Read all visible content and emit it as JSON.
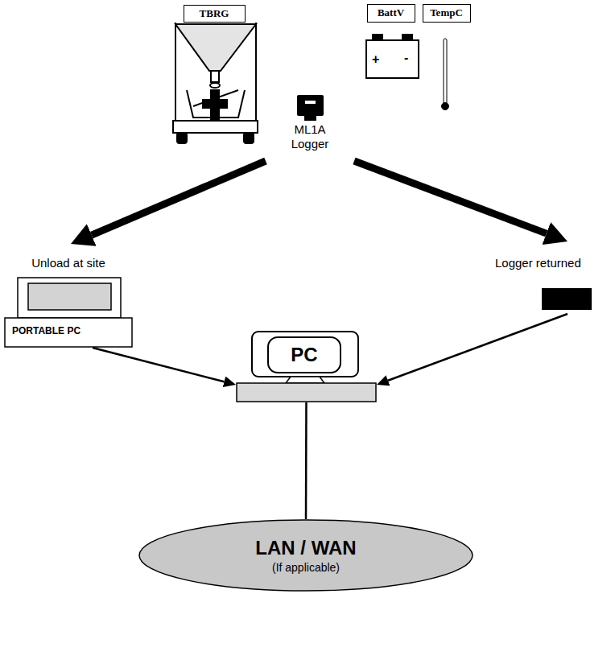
{
  "diagram": {
    "nodes": [
      {
        "text": [
          "TBRG"
        ]
      },
      {
        "text": [
          "BattV"
        ]
      },
      {
        "text": [
          "TempC"
        ]
      },
      {
        "text": [
          "ML1A Logger"
        ]
      },
      {
        "text": [
          "Unload at site",
          "PORTABLE PC"
        ]
      },
      {
        "text": [
          "Logger returned"
        ]
      },
      {
        "text": [
          "PC"
        ]
      },
      {
        "text": [
          "LAN / WAN",
          "(If applicable)"
        ]
      }
    ],
    "edges": [
      {
        "from": 3,
        "to": 4,
        "arrow": "to"
      },
      {
        "from": 3,
        "to": 5,
        "arrow": "to"
      },
      {
        "from": 4,
        "to": 6,
        "arrow": "to"
      },
      {
        "from": 5,
        "to": 6,
        "arrow": "to"
      },
      {
        "from": 6,
        "to": 7,
        "arrow": "none"
      }
    ],
    "labels": [
      "+",
      "-"
    ]
  }
}
